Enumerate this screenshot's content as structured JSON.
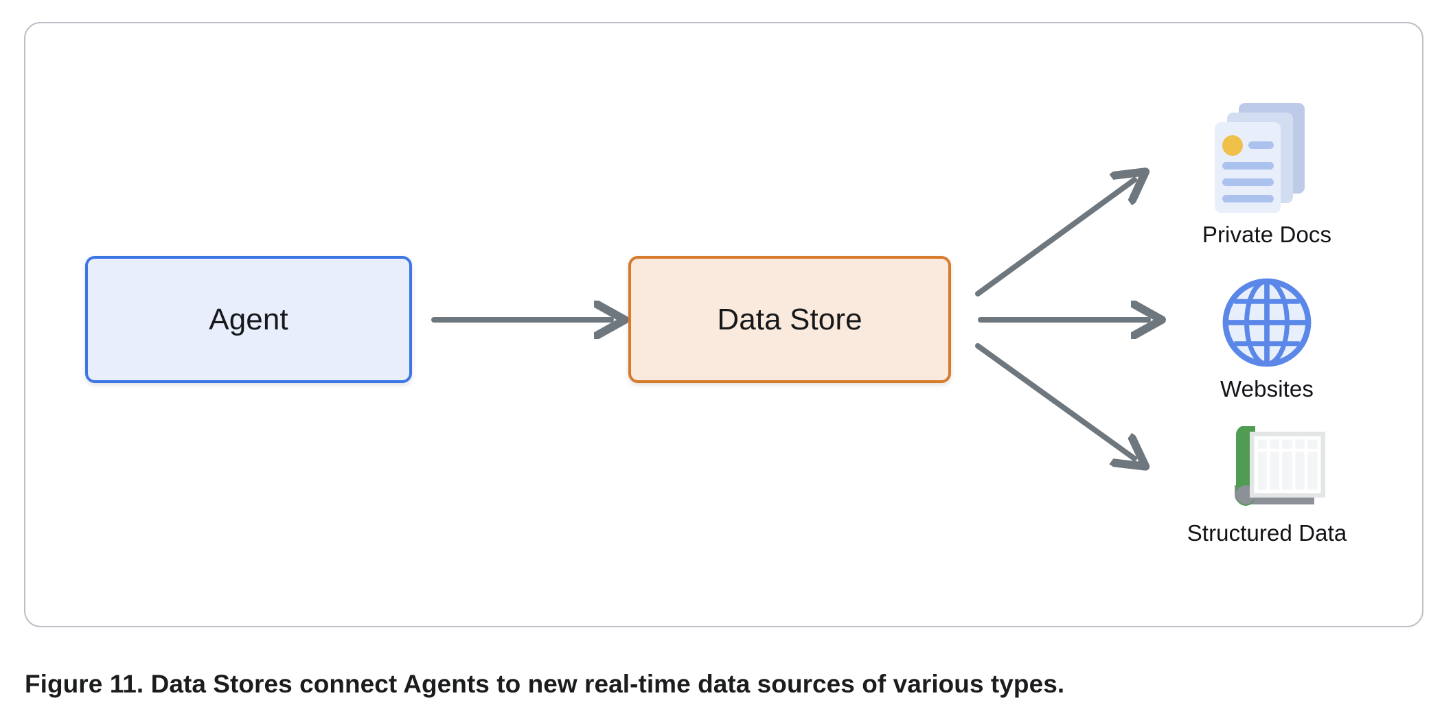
{
  "figure": {
    "caption": "Figure 11. Data Stores connect Agents to new real-time data sources of various types."
  },
  "diagram": {
    "nodes": [
      {
        "id": "agent",
        "label": "Agent",
        "fill": "#e8eefc",
        "border": "#3b76e4"
      },
      {
        "id": "data_store",
        "label": "Data Store",
        "fill": "#faeade",
        "border": "#d87a2b"
      }
    ],
    "sources": [
      {
        "id": "private_docs",
        "label": "Private Docs",
        "icon": "documents-stack-icon"
      },
      {
        "id": "websites",
        "label": "Websites",
        "icon": "globe-icon"
      },
      {
        "id": "structured_data",
        "label": "Structured Data",
        "icon": "spreadsheet-icon"
      }
    ],
    "connectors": [
      {
        "id": "agent-to-datastore",
        "from": "agent",
        "to": "data_store",
        "direction": "right"
      },
      {
        "id": "datastore-to-docs",
        "from": "data_store",
        "to": "private_docs",
        "direction": "up-right"
      },
      {
        "id": "datastore-to-websites",
        "from": "data_store",
        "to": "websites",
        "direction": "right"
      },
      {
        "id": "datastore-to-structured",
        "from": "data_store",
        "to": "structured_data",
        "direction": "down-right"
      }
    ],
    "colors": {
      "arrow": "#6f777e",
      "card_border": "#bcbfc6",
      "agent_border": "#3b76e4",
      "agent_fill": "#e8eefc",
      "datastore_border": "#d87a2b",
      "datastore_fill": "#faeade",
      "doc_front": "#e9eefb",
      "doc_mid": "#d3ddf2",
      "doc_back": "#bdcbe8",
      "doc_accent": "#efc14a",
      "doc_line": "#abc2ef",
      "globe_stroke": "#5a87e8",
      "globe_fill": "#e8effc",
      "sheet_green": "#4f9c52",
      "sheet_grey": "#8b9196",
      "sheet_light": "#e3e5e7"
    }
  }
}
